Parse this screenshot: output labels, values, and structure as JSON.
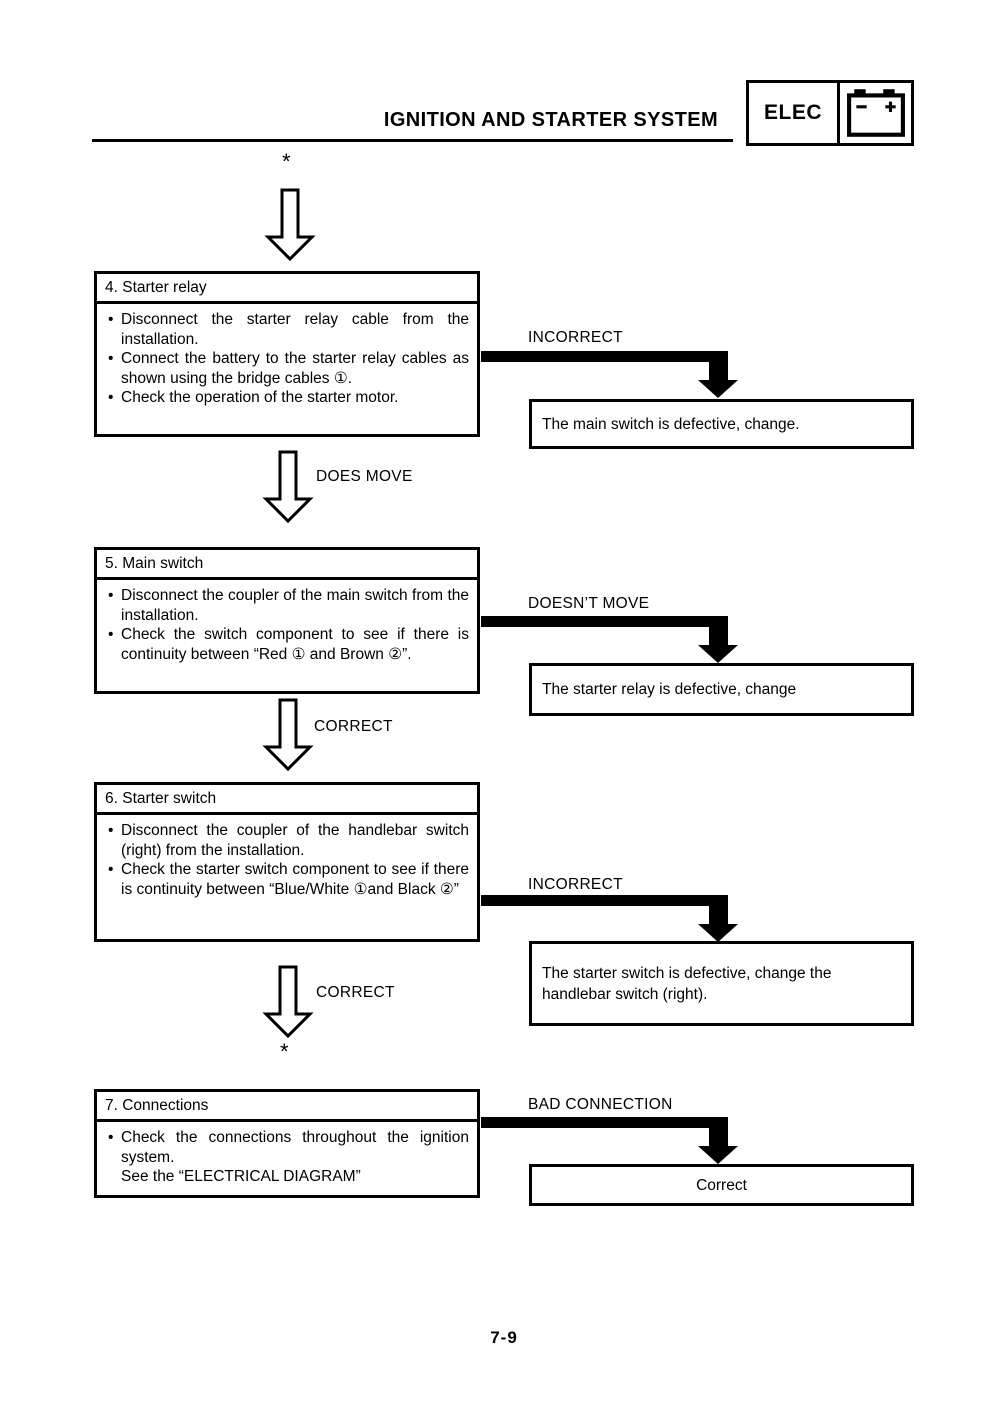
{
  "header": {
    "title": "IGNITION AND STARTER SYSTEM",
    "badge_label": "ELEC"
  },
  "flow": {
    "top_marker": "*",
    "bottom_marker": "*",
    "steps": [
      {
        "title": "4. Starter relay",
        "bullets": [
          "Disconnect the starter relay cable from the installation.",
          "Connect the battery to the starter relay cables as shown using the bridge cables ①.",
          "Check the operation of the starter motor."
        ],
        "branch_label": "INCORRECT",
        "branch_result": "The main switch is defective, change.",
        "down_label": "DOES MOVE"
      },
      {
        "title": "5. Main switch",
        "bullets": [
          "Disconnect the coupler of the main switch from the installation.",
          "Check the switch component to see if there is continuity between “Red ① and Brown ②”."
        ],
        "branch_label": "DOESN’T MOVE",
        "branch_result": "The starter relay is defective, change",
        "down_label": "CORRECT"
      },
      {
        "title": "6. Starter switch",
        "bullets": [
          "Disconnect the coupler of the handlebar switch (right) from the installation.",
          "Check the starter switch component to see if there is continuity between “Blue/White ①and Black ②”"
        ],
        "branch_label": "INCORRECT",
        "branch_result": "The starter switch is defective, change the handlebar switch (right).",
        "down_label": "CORRECT"
      },
      {
        "title": "7. Connections",
        "bullets": [
          "Check the connections throughout the ignition system."
        ],
        "extra_line": "See the “ELECTRICAL DIAGRAM”",
        "branch_label": "BAD CONNECTION",
        "branch_result": "Correct"
      }
    ]
  },
  "footer": {
    "page_number": "7-9"
  }
}
